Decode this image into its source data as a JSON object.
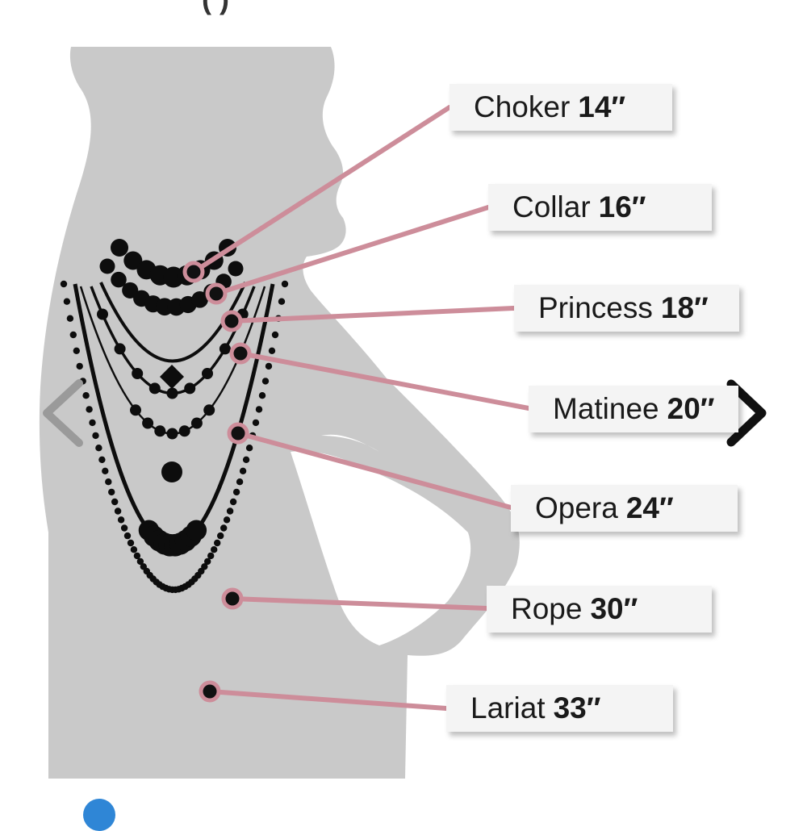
{
  "top_fragment": "(      )",
  "labels": [
    {
      "name": "Choker",
      "length": "14″"
    },
    {
      "name": "Collar",
      "length": "16″"
    },
    {
      "name": "Princess",
      "length": "18″"
    },
    {
      "name": "Matinee",
      "length": "20″"
    },
    {
      "name": "Opera",
      "length": "24″"
    },
    {
      "name": "Rope",
      "length": "30″"
    },
    {
      "name": "Lariat",
      "length": "33″"
    }
  ],
  "colors": {
    "silhouette": "#c9c9c9",
    "leader": "#cd8d9a",
    "bead": "#0d0d0d",
    "label_bg": "#f4f4f4",
    "accent_blue": "#2f86d6"
  },
  "icons": {
    "prev": "chevron-left-icon",
    "next": "chevron-right-icon"
  }
}
